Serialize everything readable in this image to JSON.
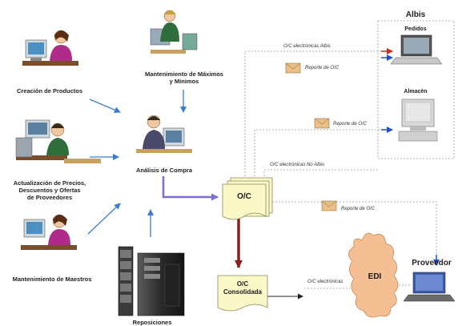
{
  "nodes": {
    "creacion": "Creación de Productos",
    "actualizacion_1": "Actualización de Precios,",
    "actualizacion_2": "Descuentos y Ofertas",
    "actualizacion_3": "de Proveedores",
    "mantenimiento_maestros": "Mantenimiento de Maestros",
    "mantenimiento_maxmin_1": "Mantenimiento de Máximos",
    "mantenimiento_maxmin_2": "y Mínimos",
    "analisis": "Análisis de Compra",
    "reposiciones": "Reposiciones",
    "oc": "O/C",
    "oc_consolidada_1": "O/C",
    "oc_consolidada_2": "Consolidada",
    "edi": "EDI",
    "albis": "Albis",
    "pedidos": "Pedidos",
    "almacen": "Almacén",
    "proveedor": "Proveedor"
  },
  "annotations": {
    "oc_albis": "O/C electrónicas Albis",
    "reporte_1": "Reporte de O/C",
    "reporte_2": "Reporte de O/C",
    "oc_no_albis": "O/C electrónicas No Albis",
    "reporte_3": "Reporte de O/C",
    "oc_electronicas": "O/C electrónicas"
  },
  "colors": {
    "blue_arrow": "#3a7bd5",
    "purple_arrow": "#7b6fd0",
    "dark_red_arrow": "#8a1f1f",
    "doc_fill": "#fbf8c8",
    "edi_cloud": "#f4bf92",
    "dotted_line": "#9a9a9a"
  },
  "icons": {
    "person_workstation": "person-at-computer-icon",
    "person_phone": "person-on-phone-icon",
    "server": "server-tower-icon",
    "envelope": "envelope-icon",
    "laptop": "laptop-icon",
    "desktop": "desktop-computer-icon"
  }
}
